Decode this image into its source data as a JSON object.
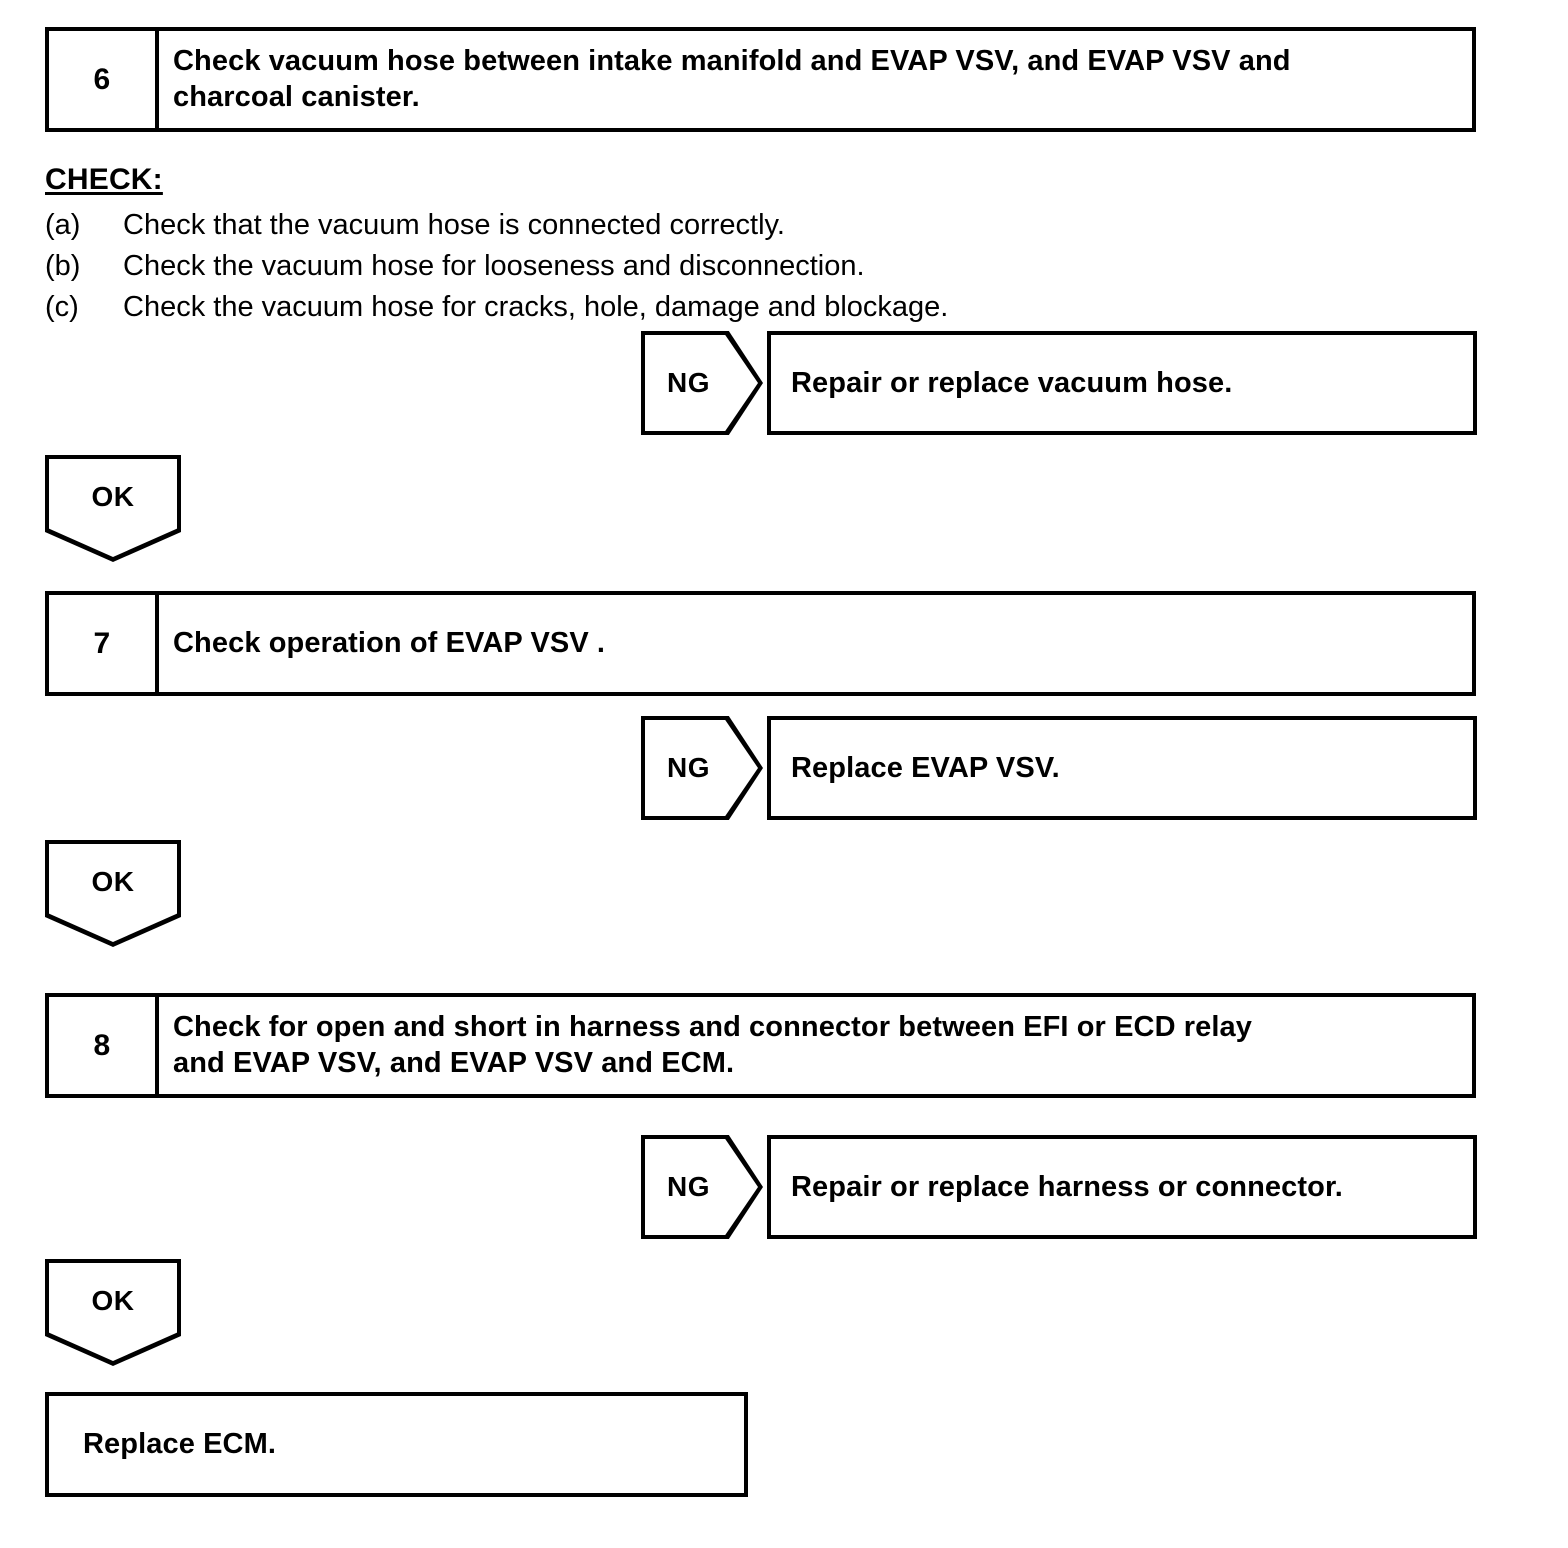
{
  "document": {
    "type": "diagnostic-flowchart",
    "title": "EVAP VSV Troubleshooting Flowchart"
  },
  "steps": [
    {
      "number": "6",
      "line1": "Check vacuum hose between intake manifold and EVAP VSV, and EVAP VSV and",
      "line2": "charcoal canister."
    },
    {
      "number": "7",
      "line1": "Check operation of EVAP VSV .",
      "line2": ""
    },
    {
      "number": "8",
      "line1": "Check for open and short in harness and connector between EFI or ECD relay",
      "line2": "and EVAP VSV, and EVAP VSV and ECM."
    }
  ],
  "check_section": {
    "title": "CHECK:",
    "items": [
      {
        "marker": "(a)",
        "text": "Check that the vacuum hose is connected correctly."
      },
      {
        "marker": "(b)",
        "text": "Check the vacuum hose for looseness and disconnection."
      },
      {
        "marker": "(c)",
        "text": "Check the vacuum hose for cracks, hole, damage and blockage."
      }
    ]
  },
  "branches": [
    {
      "ng_label": "NG",
      "ng_result": "Repair or replace vacuum hose.",
      "ok_label": "OK"
    },
    {
      "ng_label": "NG",
      "ng_result": "Replace EVAP VSV.",
      "ok_label": "OK"
    },
    {
      "ng_label": "NG",
      "ng_result": "Repair or replace harness or connector.",
      "ok_label": "OK"
    }
  ],
  "final": {
    "text": "Replace ECM."
  },
  "colors": {
    "ink": "#000000",
    "paper": "#ffffff"
  }
}
